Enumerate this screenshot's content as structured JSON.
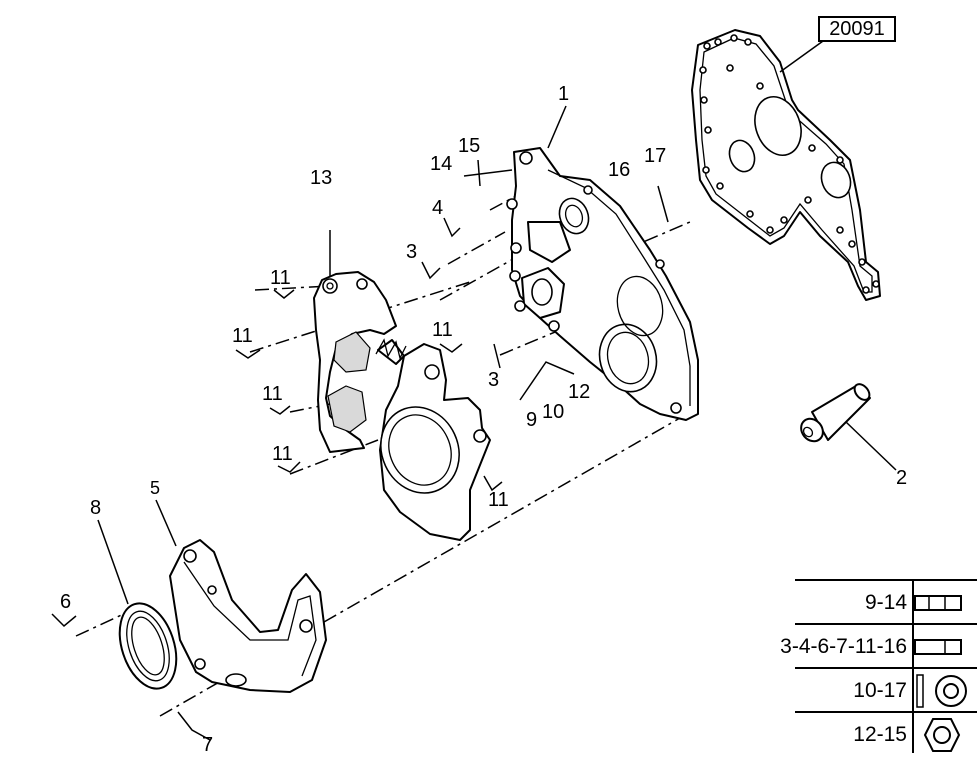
{
  "diagram": {
    "reference_code": "20091",
    "part_labels": [
      {
        "id": "1",
        "text": "1"
      },
      {
        "id": "2",
        "text": "2"
      },
      {
        "id": "3a",
        "text": "3"
      },
      {
        "id": "3b",
        "text": "3"
      },
      {
        "id": "4",
        "text": "4"
      },
      {
        "id": "5",
        "text": "5"
      },
      {
        "id": "6",
        "text": "6"
      },
      {
        "id": "7",
        "text": "7"
      },
      {
        "id": "8",
        "text": "8"
      },
      {
        "id": "9",
        "text": "9"
      },
      {
        "id": "10",
        "text": "10"
      },
      {
        "id": "11a",
        "text": "11"
      },
      {
        "id": "11b",
        "text": "11"
      },
      {
        "id": "11c",
        "text": "11"
      },
      {
        "id": "11d",
        "text": "11"
      },
      {
        "id": "11e",
        "text": "11"
      },
      {
        "id": "11f",
        "text": "11"
      },
      {
        "id": "12",
        "text": "12"
      },
      {
        "id": "13",
        "text": "13"
      },
      {
        "id": "14",
        "text": "14"
      },
      {
        "id": "15",
        "text": "15"
      },
      {
        "id": "16",
        "text": "16"
      },
      {
        "id": "17",
        "text": "17"
      }
    ]
  },
  "legend": {
    "rows": [
      {
        "code": "9-14",
        "symbol": "bolt-icon"
      },
      {
        "code": "3-4-6-7-11-16",
        "symbol": "bolt-icon"
      },
      {
        "code": "10-17",
        "symbol": "washer-icon"
      },
      {
        "code": "12-15",
        "symbol": "nut-icon"
      }
    ]
  }
}
